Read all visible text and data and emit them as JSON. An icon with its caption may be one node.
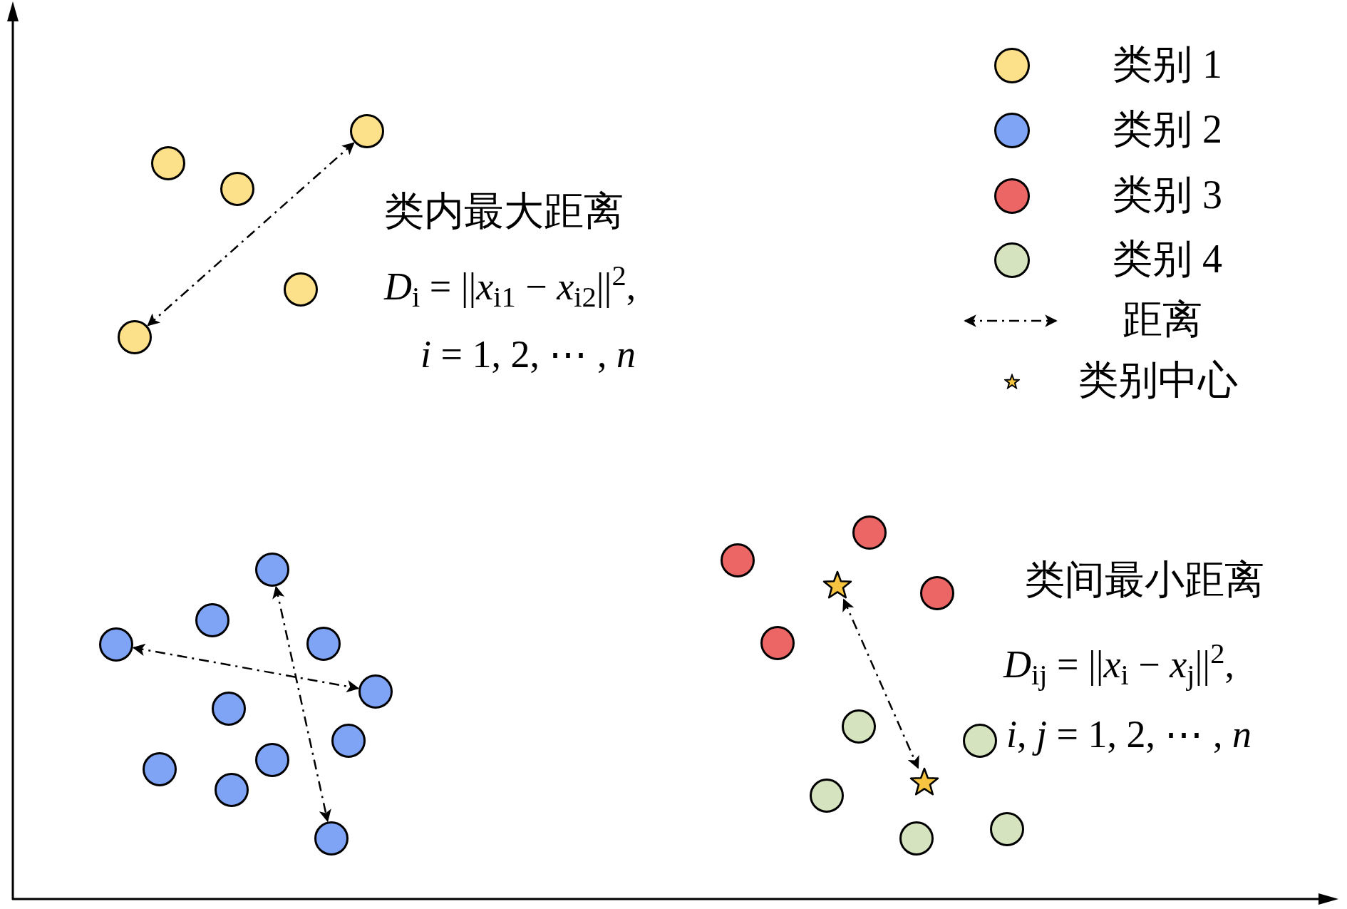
{
  "diagram": {
    "nodes": [
      {
        "text": [],
        "shape": "circle"
      },
      {
        "text": [],
        "shape": "circle"
      },
      {
        "text": [],
        "shape": "circle"
      },
      {
        "text": [],
        "shape": "circle"
      },
      {
        "text": [],
        "shape": "circle"
      },
      {
        "text": [],
        "shape": "circle"
      },
      {
        "text": [],
        "shape": "circle"
      },
      {
        "text": [],
        "shape": "circle"
      },
      {
        "text": [],
        "shape": "circle"
      },
      {
        "text": [],
        "shape": "circle"
      },
      {
        "text": [],
        "shape": "circle"
      },
      {
        "text": [],
        "shape": "circle"
      },
      {
        "text": [],
        "shape": "circle"
      },
      {
        "text": [],
        "shape": "circle"
      },
      {
        "text": [],
        "shape": "circle"
      },
      {
        "text": [],
        "shape": "circle"
      },
      {
        "text": [],
        "shape": "circle"
      },
      {
        "text": [],
        "shape": "circle"
      },
      {
        "text": [],
        "shape": "circle"
      },
      {
        "text": [],
        "shape": "circle"
      },
      {
        "text": [],
        "shape": "circle"
      },
      {
        "text": [],
        "shape": "circle"
      },
      {
        "text": [],
        "shape": "circle"
      },
      {
        "text": [],
        "shape": "circle"
      },
      {
        "text": [],
        "shape": "circle"
      },
      {
        "text": [],
        "shape": "star"
      },
      {
        "text": [],
        "shape": "star"
      }
    ],
    "edges": [
      {
        "from": 2,
        "to": 4,
        "arrow": "both",
        "style": "dashed"
      },
      {
        "from": 7,
        "to": 9,
        "arrow": "both",
        "style": "dashed"
      },
      {
        "from": 5,
        "to": 15,
        "arrow": "both",
        "style": "dashed"
      },
      {
        "from": 25,
        "to": 26,
        "arrow": "both",
        "style": "dashed"
      }
    ],
    "labels": [
      "类内最大距离",
      "*D*$_{i}$ = ||*x*$_{i1}$ − *x*$_{i2}$||$^{2}$,",
      "*i* = 1, 2, ⋯ , *n*",
      "类间最小距离",
      "*D*$_{ij}$ = ||*x*$_{i}$ − *x*$_{j}$||$^{2}$,",
      "*i*, *j* = 1, 2, ⋯ , *n*"
    ],
    "legend": [
      {
        "text": "类别 1",
        "color": "#fde08a"
      },
      {
        "text": "类别 2",
        "color": "#7fa4f5"
      },
      {
        "text": "类别 3",
        "color": "#ec6666"
      },
      {
        "text": "类别 4",
        "color": "#d5e4bf"
      },
      {
        "text": "距离"
      },
      {
        "text": "类别中心"
      }
    ]
  }
}
